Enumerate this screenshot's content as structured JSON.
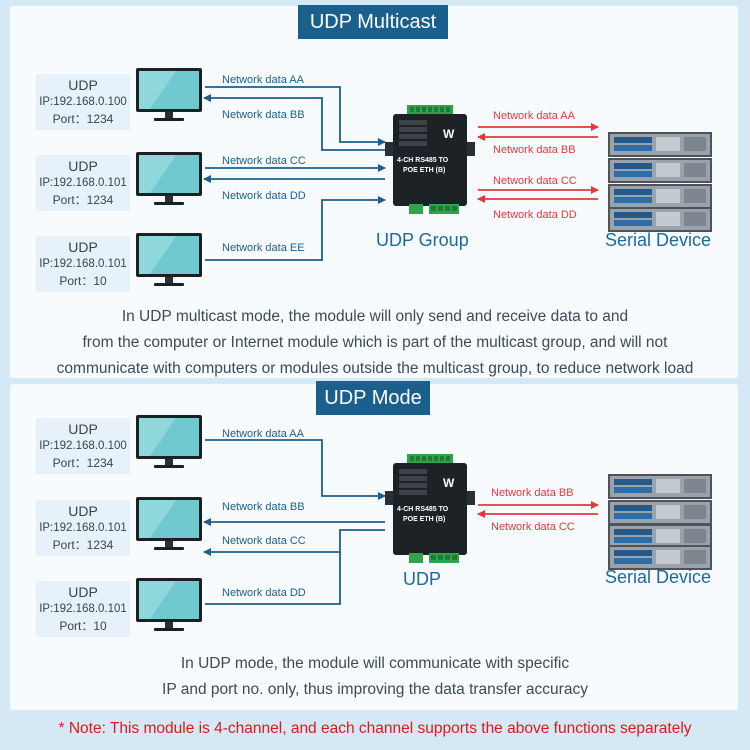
{
  "multicast": {
    "title": "UDP Multicast",
    "computers": [
      {
        "label": "UDP",
        "ip": "IP:192.168.0.100",
        "port": "Port：1234"
      },
      {
        "label": "UDP",
        "ip": "IP:192.168.0.101",
        "port": "Port：1234"
      },
      {
        "label": "UDP",
        "ip": "IP:192.168.0.101",
        "port": "Port：10"
      }
    ],
    "network_labels": [
      "Network data AA",
      "Network data BB",
      "Network data CC",
      "Network data DD",
      "Network data EE"
    ],
    "serial_labels": [
      "Network data AA",
      "Network data BB",
      "Network data CC",
      "Network data DD"
    ],
    "module_label": "UDP Group",
    "serial_device_label": "Serial Device",
    "caption": [
      "In UDP multicast mode, the module will only send and receive data to and",
      "from the computer or Internet module which is part of the multicast group, and will not",
      "communicate with computers or modules outside the multicast group, to reduce network load"
    ]
  },
  "udp_mode": {
    "title": "UDP Mode",
    "computers": [
      {
        "label": "UDP",
        "ip": "IP:192.168.0.100",
        "port": "Port：1234"
      },
      {
        "label": "UDP",
        "ip": "IP:192.168.0.101",
        "port": "Port：1234"
      },
      {
        "label": "UDP",
        "ip": "IP:192.168.0.101",
        "port": "Port：10"
      }
    ],
    "network_labels": [
      "Network data AA",
      "Network data BB",
      "Network data CC",
      "Network data DD"
    ],
    "serial_labels": [
      "Network data BB",
      "Network data CC"
    ],
    "module_label": "UDP",
    "serial_device_label": "Serial Device",
    "caption": [
      "In UDP mode, the module will communicate with specific",
      "IP and port no. only, thus improving the data transfer accuracy"
    ]
  },
  "module_text": {
    "line1": "4-CH RS485 TO",
    "line2": "POE ETH (B)"
  },
  "note": "* Note: This module is 4-channel, and each channel supports the above functions separately",
  "colors": {
    "title_bg": "#1b5f8c",
    "arrow_blue": "#1c5f8e",
    "arrow_red": "#e23a3a",
    "note_red": "#e01818",
    "module_blue": "#1b6a9c"
  }
}
